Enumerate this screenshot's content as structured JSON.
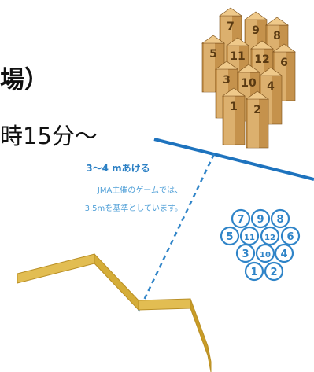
{
  "heading": "場）",
  "time_text": "時15分～",
  "distance_label": "3〜4 mあける",
  "note_line1": "JMA主催のゲームでは、",
  "note_line2": "3.5mを基準としています。",
  "colors": {
    "pin_light": "#efc98a",
    "pin_dark": "#c5924c",
    "pin_outline": "#7a4f1a",
    "line_blue": "#1e73be",
    "diagram_blue": "#2f84c8",
    "bar_gold": "#d5ad38"
  },
  "pins": [
    {
      "number": "7"
    },
    {
      "number": "9"
    },
    {
      "number": "8"
    },
    {
      "number": "5"
    },
    {
      "number": "11"
    },
    {
      "number": "12"
    },
    {
      "number": "6"
    },
    {
      "number": "3"
    },
    {
      "number": "10"
    },
    {
      "number": "4"
    },
    {
      "number": "1"
    },
    {
      "number": "2"
    }
  ],
  "diagram_pins": [
    {
      "number": "7"
    },
    {
      "number": "9"
    },
    {
      "number": "8"
    },
    {
      "number": "5"
    },
    {
      "number": "11"
    },
    {
      "number": "12"
    },
    {
      "number": "6"
    },
    {
      "number": "3"
    },
    {
      "number": "10"
    },
    {
      "number": "4"
    },
    {
      "number": "1"
    },
    {
      "number": "2"
    }
  ]
}
